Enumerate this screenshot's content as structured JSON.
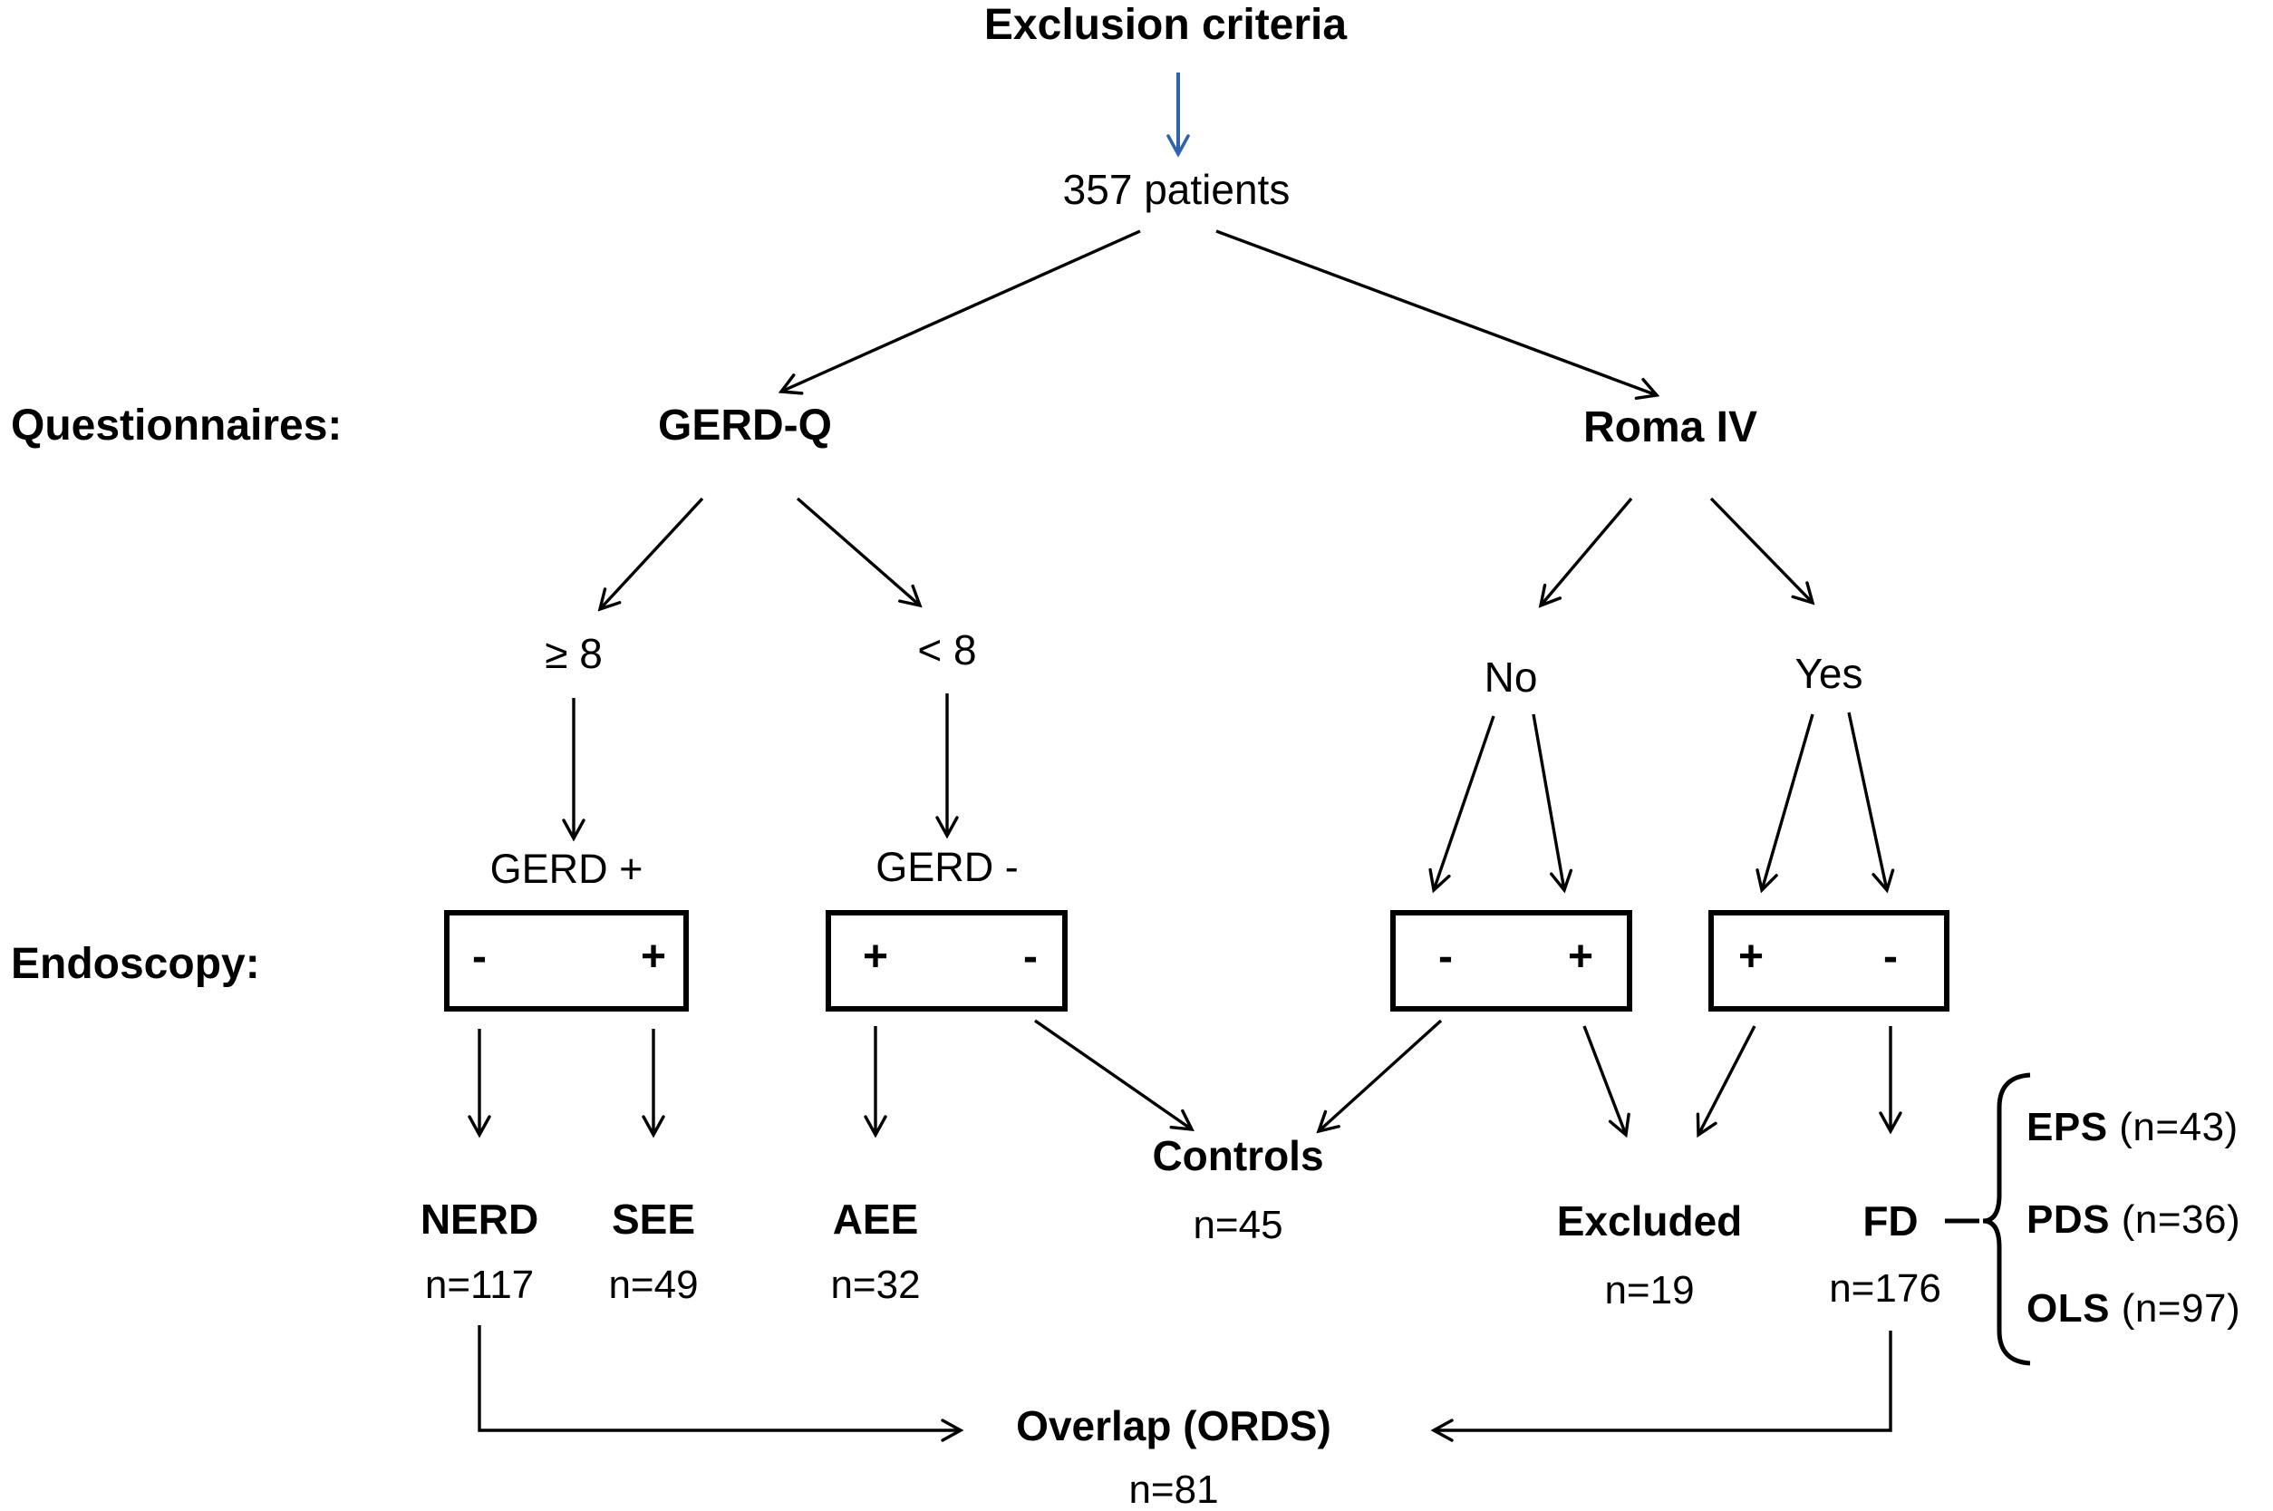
{
  "colors": {
    "ink": "#000000",
    "arrow_blue": "#2e64ad",
    "background": "#ffffff"
  },
  "top": {
    "exclusion_label": "Exclusion criteria",
    "patients": "357 patients"
  },
  "row_labels": {
    "questionnaires": "Questionnaires:",
    "endoscopy": "Endoscopy:"
  },
  "questionnaires": {
    "gerdq": {
      "label": "GERD-Q",
      "score_high": "≥ 8",
      "score_low": "< 8",
      "result_positive": "GERD +",
      "result_negative": "GERD -"
    },
    "roma_iv": {
      "label": "Roma IV",
      "no": "No",
      "yes": "Yes"
    }
  },
  "endoscopy_boxes": {
    "gerd_positive": {
      "left_sign": "-",
      "right_sign": "+"
    },
    "gerd_negative": {
      "left_sign": "+",
      "right_sign": "-"
    },
    "roma_no": {
      "left_sign": "-",
      "right_sign": "+"
    },
    "roma_yes": {
      "left_sign": "+",
      "right_sign": "-"
    }
  },
  "outcomes": {
    "nerd": {
      "label": "NERD",
      "n": "n=117"
    },
    "see": {
      "label": "SEE",
      "n": "n=49"
    },
    "aee": {
      "label": "AEE",
      "n": "n=32"
    },
    "controls": {
      "label": "Controls",
      "n": "n=45"
    },
    "excluded": {
      "label": "Excluded",
      "n": "n=19"
    },
    "fd": {
      "label": "FD",
      "n": "n=176"
    }
  },
  "fd_subtypes": [
    {
      "label": "EPS",
      "n": "(n=43)"
    },
    {
      "label": "PDS",
      "n": "(n=36)"
    },
    {
      "label": "OLS",
      "n": "(n=97)"
    }
  ],
  "overlap": {
    "label": "Overlap (ORDS)",
    "n": "n=81"
  }
}
